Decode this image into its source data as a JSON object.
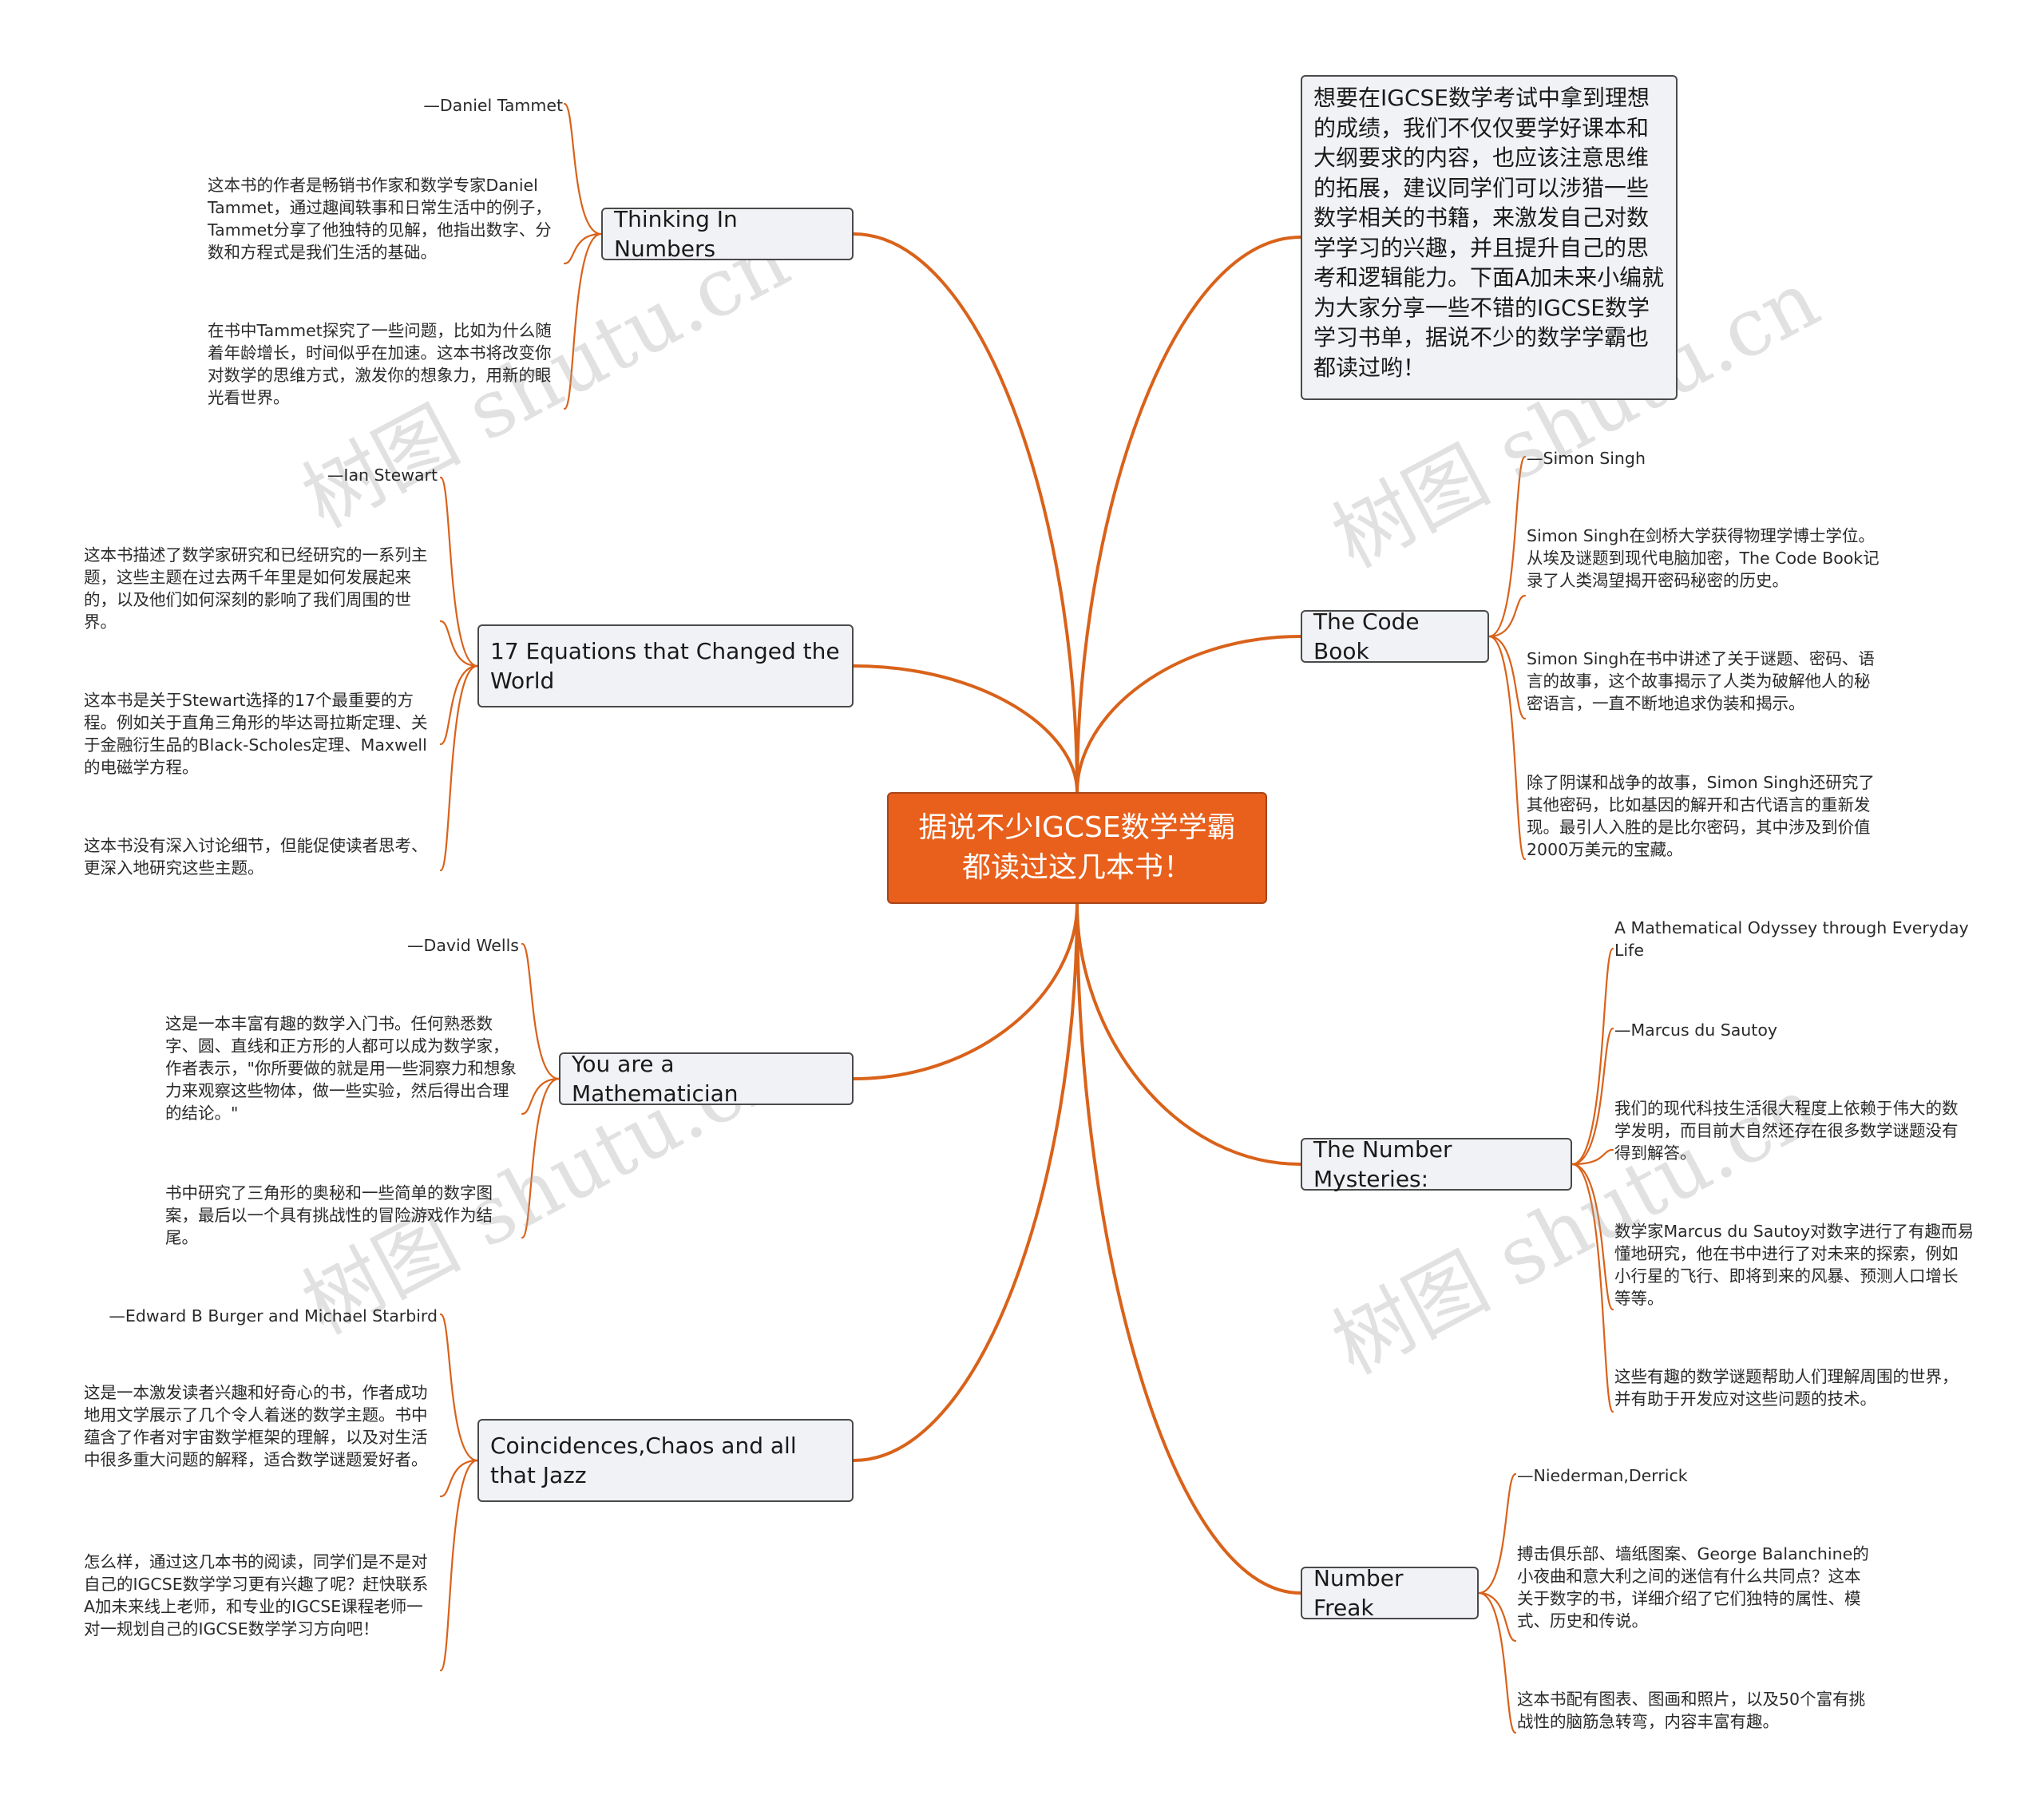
{
  "root": {
    "text": "据说不少IGCSE数学学霸都读过这几本书！"
  },
  "intro": {
    "text": "想要在IGCSE数学考试中拿到理想的成绩，我们不仅仅要学好课本和大纲要求的内容，也应该注意思维的拓展，建议同学们可以涉猎一些数学相关的书籍，来激发自己对数学学习的兴趣，并且提升自己的思考和逻辑能力。下面A加未来小编就为大家分享一些不错的IGCSE数学学习书单，据说不少的数学学霸也都读过哟！"
  },
  "branches": [
    {
      "title": "Thinking In Numbers",
      "leaves": [
        "—Daniel Tammet",
        "这本书的作者是畅销书作家和数学专家Daniel Tammet，通过趣闻轶事和日常生活中的例子，Tammet分享了他独特的见解，他指出数字、分数和方程式是我们生活的基础。",
        "在书中Tammet探究了一些问题，比如为什么随着年龄增长，时间似乎在加速。这本书将改变你对数学的思维方式，激发你的想象力，用新的眼光看世界。"
      ]
    },
    {
      "title": "17 Equations that Changed the World",
      "leaves": [
        "—Ian Stewart",
        "这本书描述了数学家研究和已经研究的一系列主题，这些主题在过去两千年里是如何发展起来的，以及他们如何深刻的影响了我们周围的世界。",
        "这本书是关于Stewart选择的17个最重要的方程。例如关于直角三角形的毕达哥拉斯定理、关于金融衍生品的Black-Scholes定理、Maxwell的电磁学方程。",
        "这本书没有深入讨论细节，但能促使读者思考、更深入地研究这些主题。"
      ]
    },
    {
      "title": "You are a Mathematician",
      "leaves": [
        "—David Wells",
        "这是一本丰富有趣的数学入门书。任何熟悉数字、圆、直线和正方形的人都可以成为数学家，作者表示，\"你所要做的就是用一些洞察力和想象力来观察这些物体，做一些实验，然后得出合理的结论。\"",
        "书中研究了三角形的奥秘和一些简单的数字图案，最后以一个具有挑战性的冒险游戏作为结尾。"
      ]
    },
    {
      "title": "Coincidences,Chaos and all that Jazz",
      "leaves": [
        "—Edward B Burger and Michael Starbird",
        "这是一本激发读者兴趣和好奇心的书，作者成功地用文学展示了几个令人着迷的数学主题。书中蕴含了作者对宇宙数学框架的理解，以及对生活中很多重大问题的解释，适合数学谜题爱好者。",
        "怎么样，通过这几本书的阅读，同学们是不是对自己的IGCSE数学学习更有兴趣了呢？赶快联系A加未来线上老师，和专业的IGCSE课程老师一对一规划自己的IGCSE数学学习方向吧！"
      ]
    },
    {
      "title": "The Code Book",
      "leaves": [
        "—Simon Singh",
        "Simon Singh在剑桥大学获得物理学博士学位。从埃及谜题到现代电脑加密，The Code Book记录了人类渴望揭开密码秘密的历史。",
        "Simon Singh在书中讲述了关于谜题、密码、语言的故事，这个故事揭示了人类为破解他人的秘密语言，一直不断地追求伪装和揭示。",
        "除了阴谋和战争的故事，Simon Singh还研究了其他密码，比如基因的解开和古代语言的重新发现。最引人入胜的是比尔密码，其中涉及到价值2000万美元的宝藏。"
      ]
    },
    {
      "title": "The Number Mysteries:",
      "leaves": [
        "A Mathematical Odyssey through Everyday Life",
        "—Marcus du Sautoy",
        "我们的现代科技生活很大程度上依赖于伟大的数学发明，而目前大自然还存在很多数学谜题没有得到解答。",
        "数学家Marcus du Sautoy对数字进行了有趣而易懂地研究，他在书中进行了对未来的探索，例如小行星的飞行、即将到来的风暴、预测人口增长等等。",
        "这些有趣的数学谜题帮助人们理解周围的世界，并有助于开发应对这些问题的技术。"
      ]
    },
    {
      "title": "Number Freak",
      "leaves": [
        "—Niederman,Derrick",
        "搏击俱乐部、墙纸图案、George Balanchine的小夜曲和意大利之间的迷信有什么共同点？这本关于数字的书，详细介绍了它们独特的属性、模式、历史和传说。",
        "这本书配有图表、图画和照片，以及50个富有挑战性的脑筋急转弯，内容丰富有趣。"
      ]
    }
  ],
  "watermark": "树图 shutu.cn",
  "colors": {
    "accent": "#e8601c",
    "link": "#d9621a",
    "node_bg": "#f0f2f5"
  }
}
